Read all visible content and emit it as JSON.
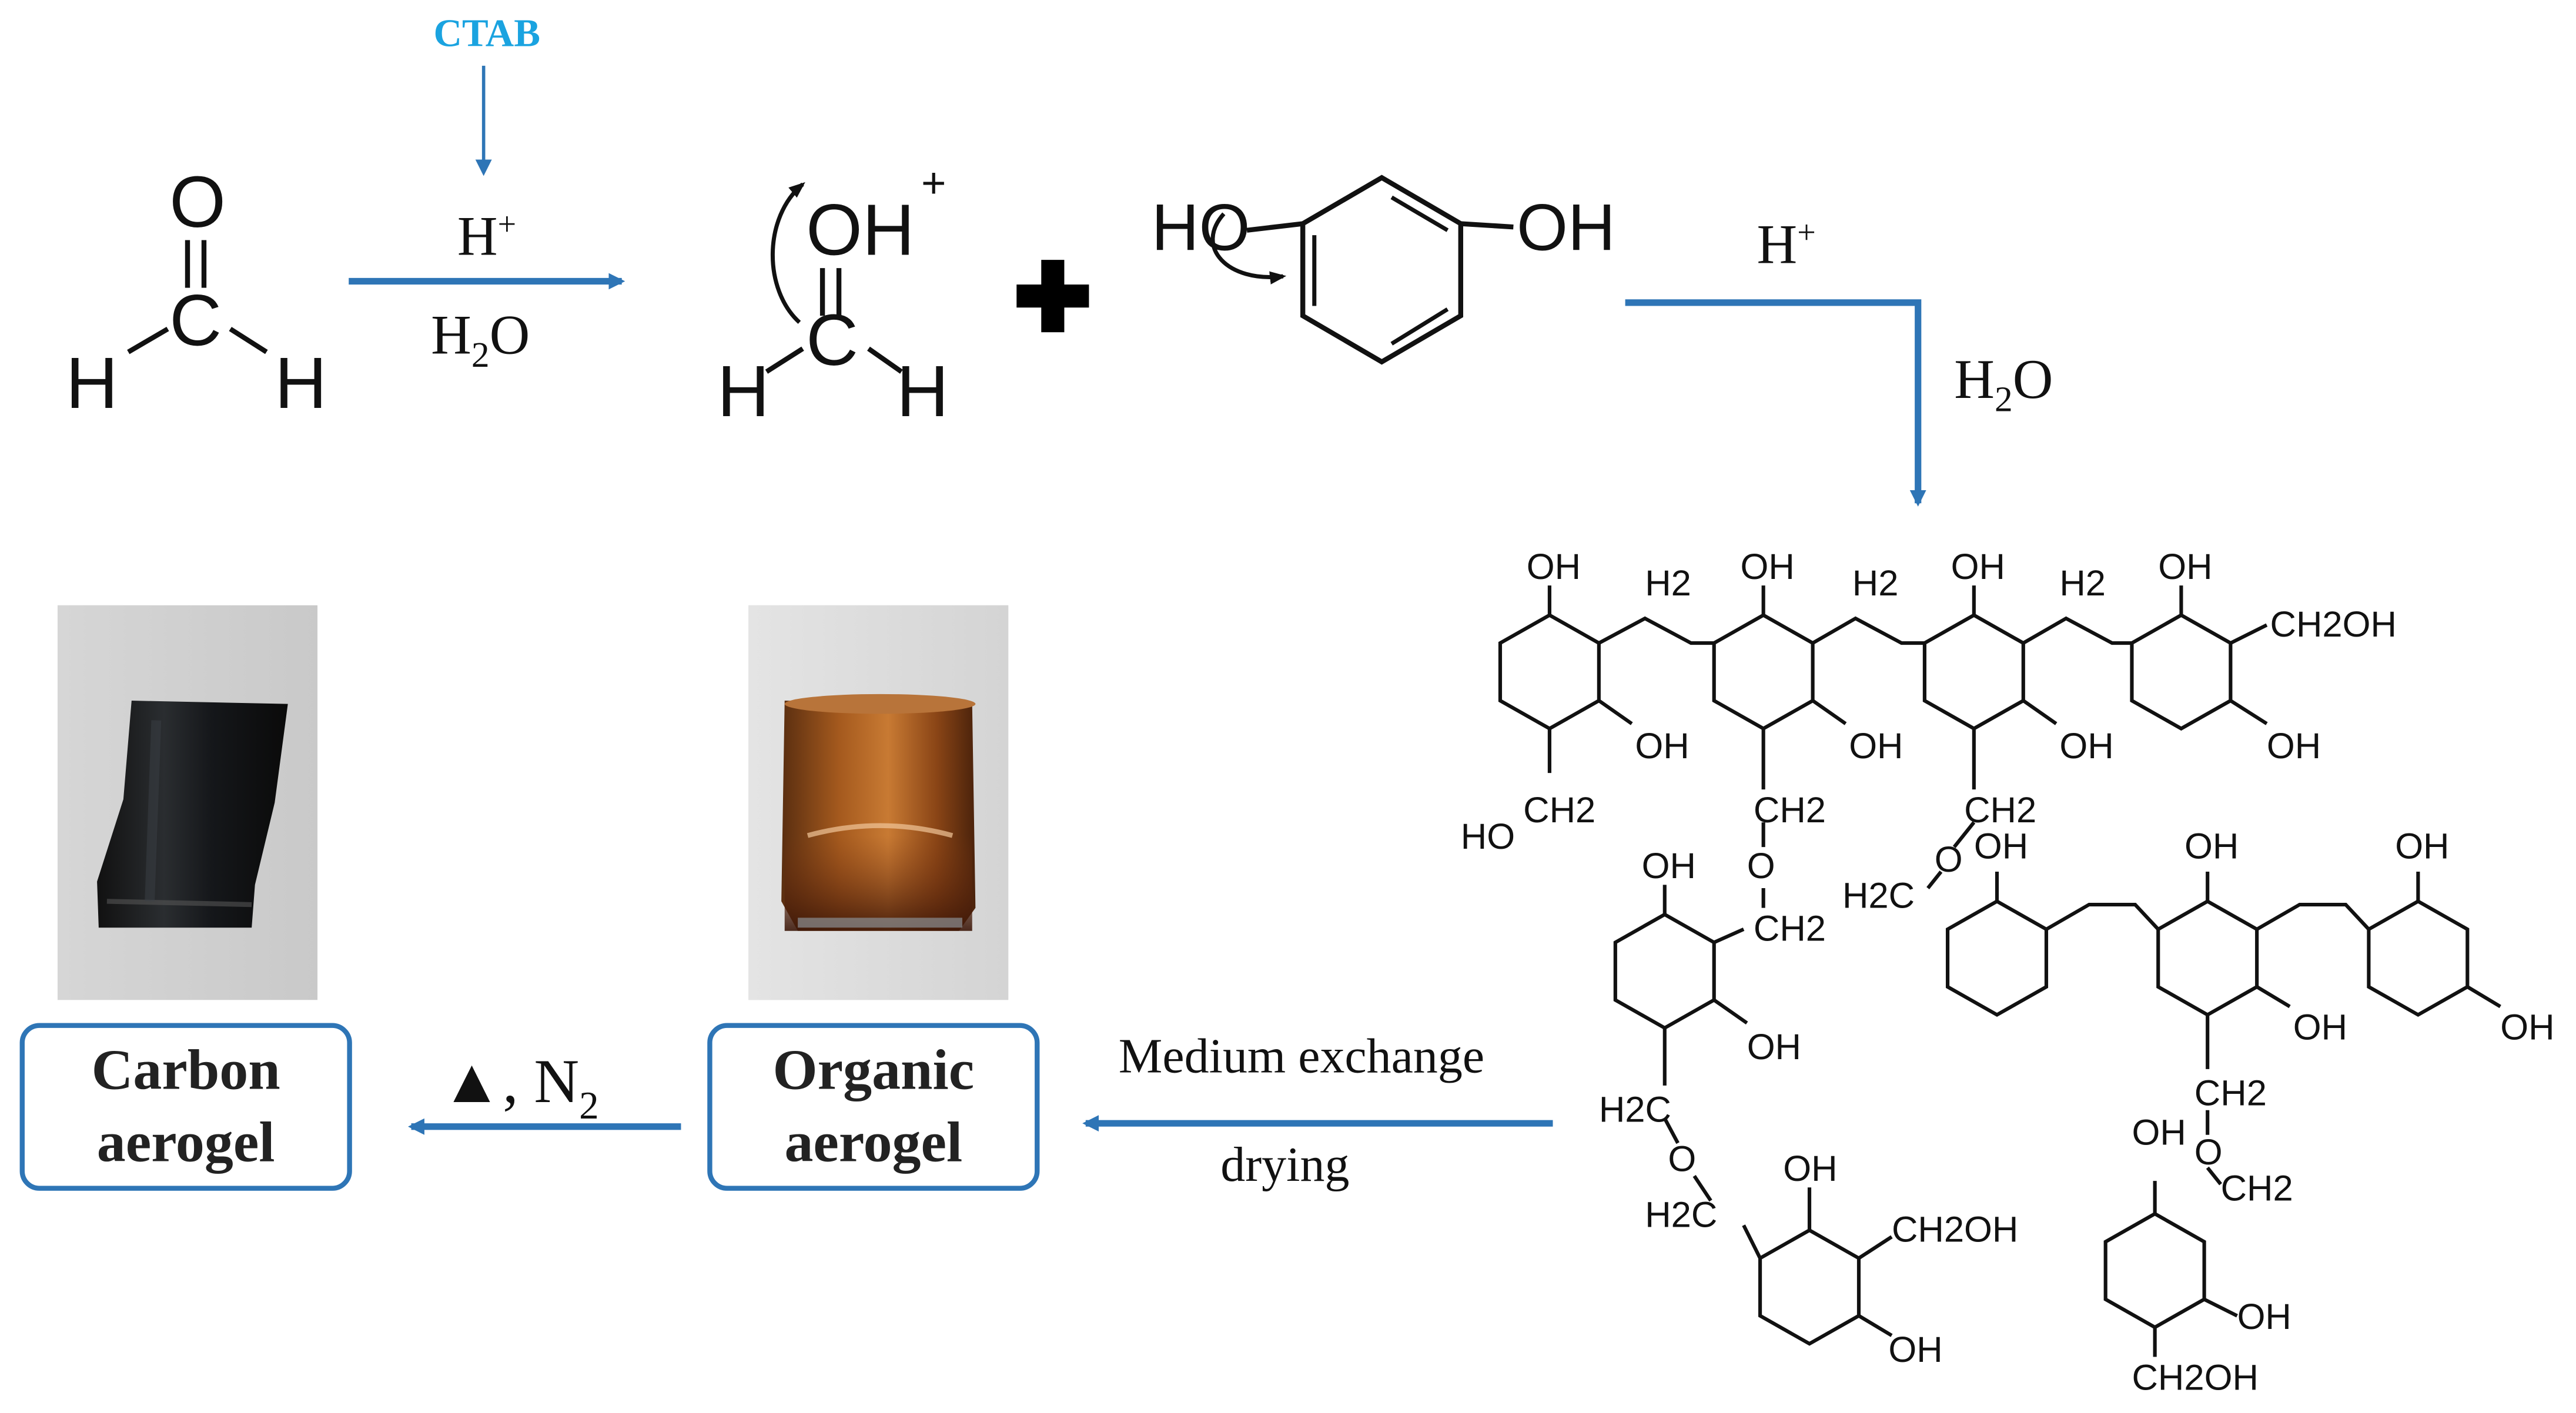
{
  "colors": {
    "arrow": "#2e75b6",
    "ctab": "#1aa3e0",
    "box_border": "#2e75b6",
    "text": "#111111"
  },
  "reaction": {
    "additive": "CTAB",
    "catalyst_1": "H+",
    "catalyst_1_base": "H",
    "catalyst_1_sup": "+",
    "solvent_1": "H2O",
    "catalyst_2": "H+",
    "catalyst_2_base": "H",
    "catalyst_2_sup": "+",
    "solvent_2": "H2O",
    "plus_sign": "+"
  },
  "formaldehyde": {
    "o": "O",
    "c": "C",
    "h_left": "H",
    "h_right": "H"
  },
  "protonated": {
    "oh": "OH",
    "charge": "+",
    "c": "C",
    "h_left": "H",
    "h_right": "H"
  },
  "resorcinol": {
    "ho_left": "HO",
    "oh_right": "OH"
  },
  "polymer": {
    "ch2_bridge": "H2",
    "oh": "OH",
    "ho": "HO",
    "ch2oh": "CH2OH",
    "ch2": "CH2",
    "h2c": "H2C",
    "o": "O",
    "c": "C"
  },
  "process": {
    "step_1_line_1": "Medium exchange",
    "step_1_line_2": "drying",
    "step_2_symbol": "▲",
    "step_2_gas": "N2"
  },
  "products": {
    "organic_line_1": "Organic",
    "organic_line_2": "aerogel",
    "carbon_line_1": "Carbon",
    "carbon_line_2": "aerogel"
  }
}
